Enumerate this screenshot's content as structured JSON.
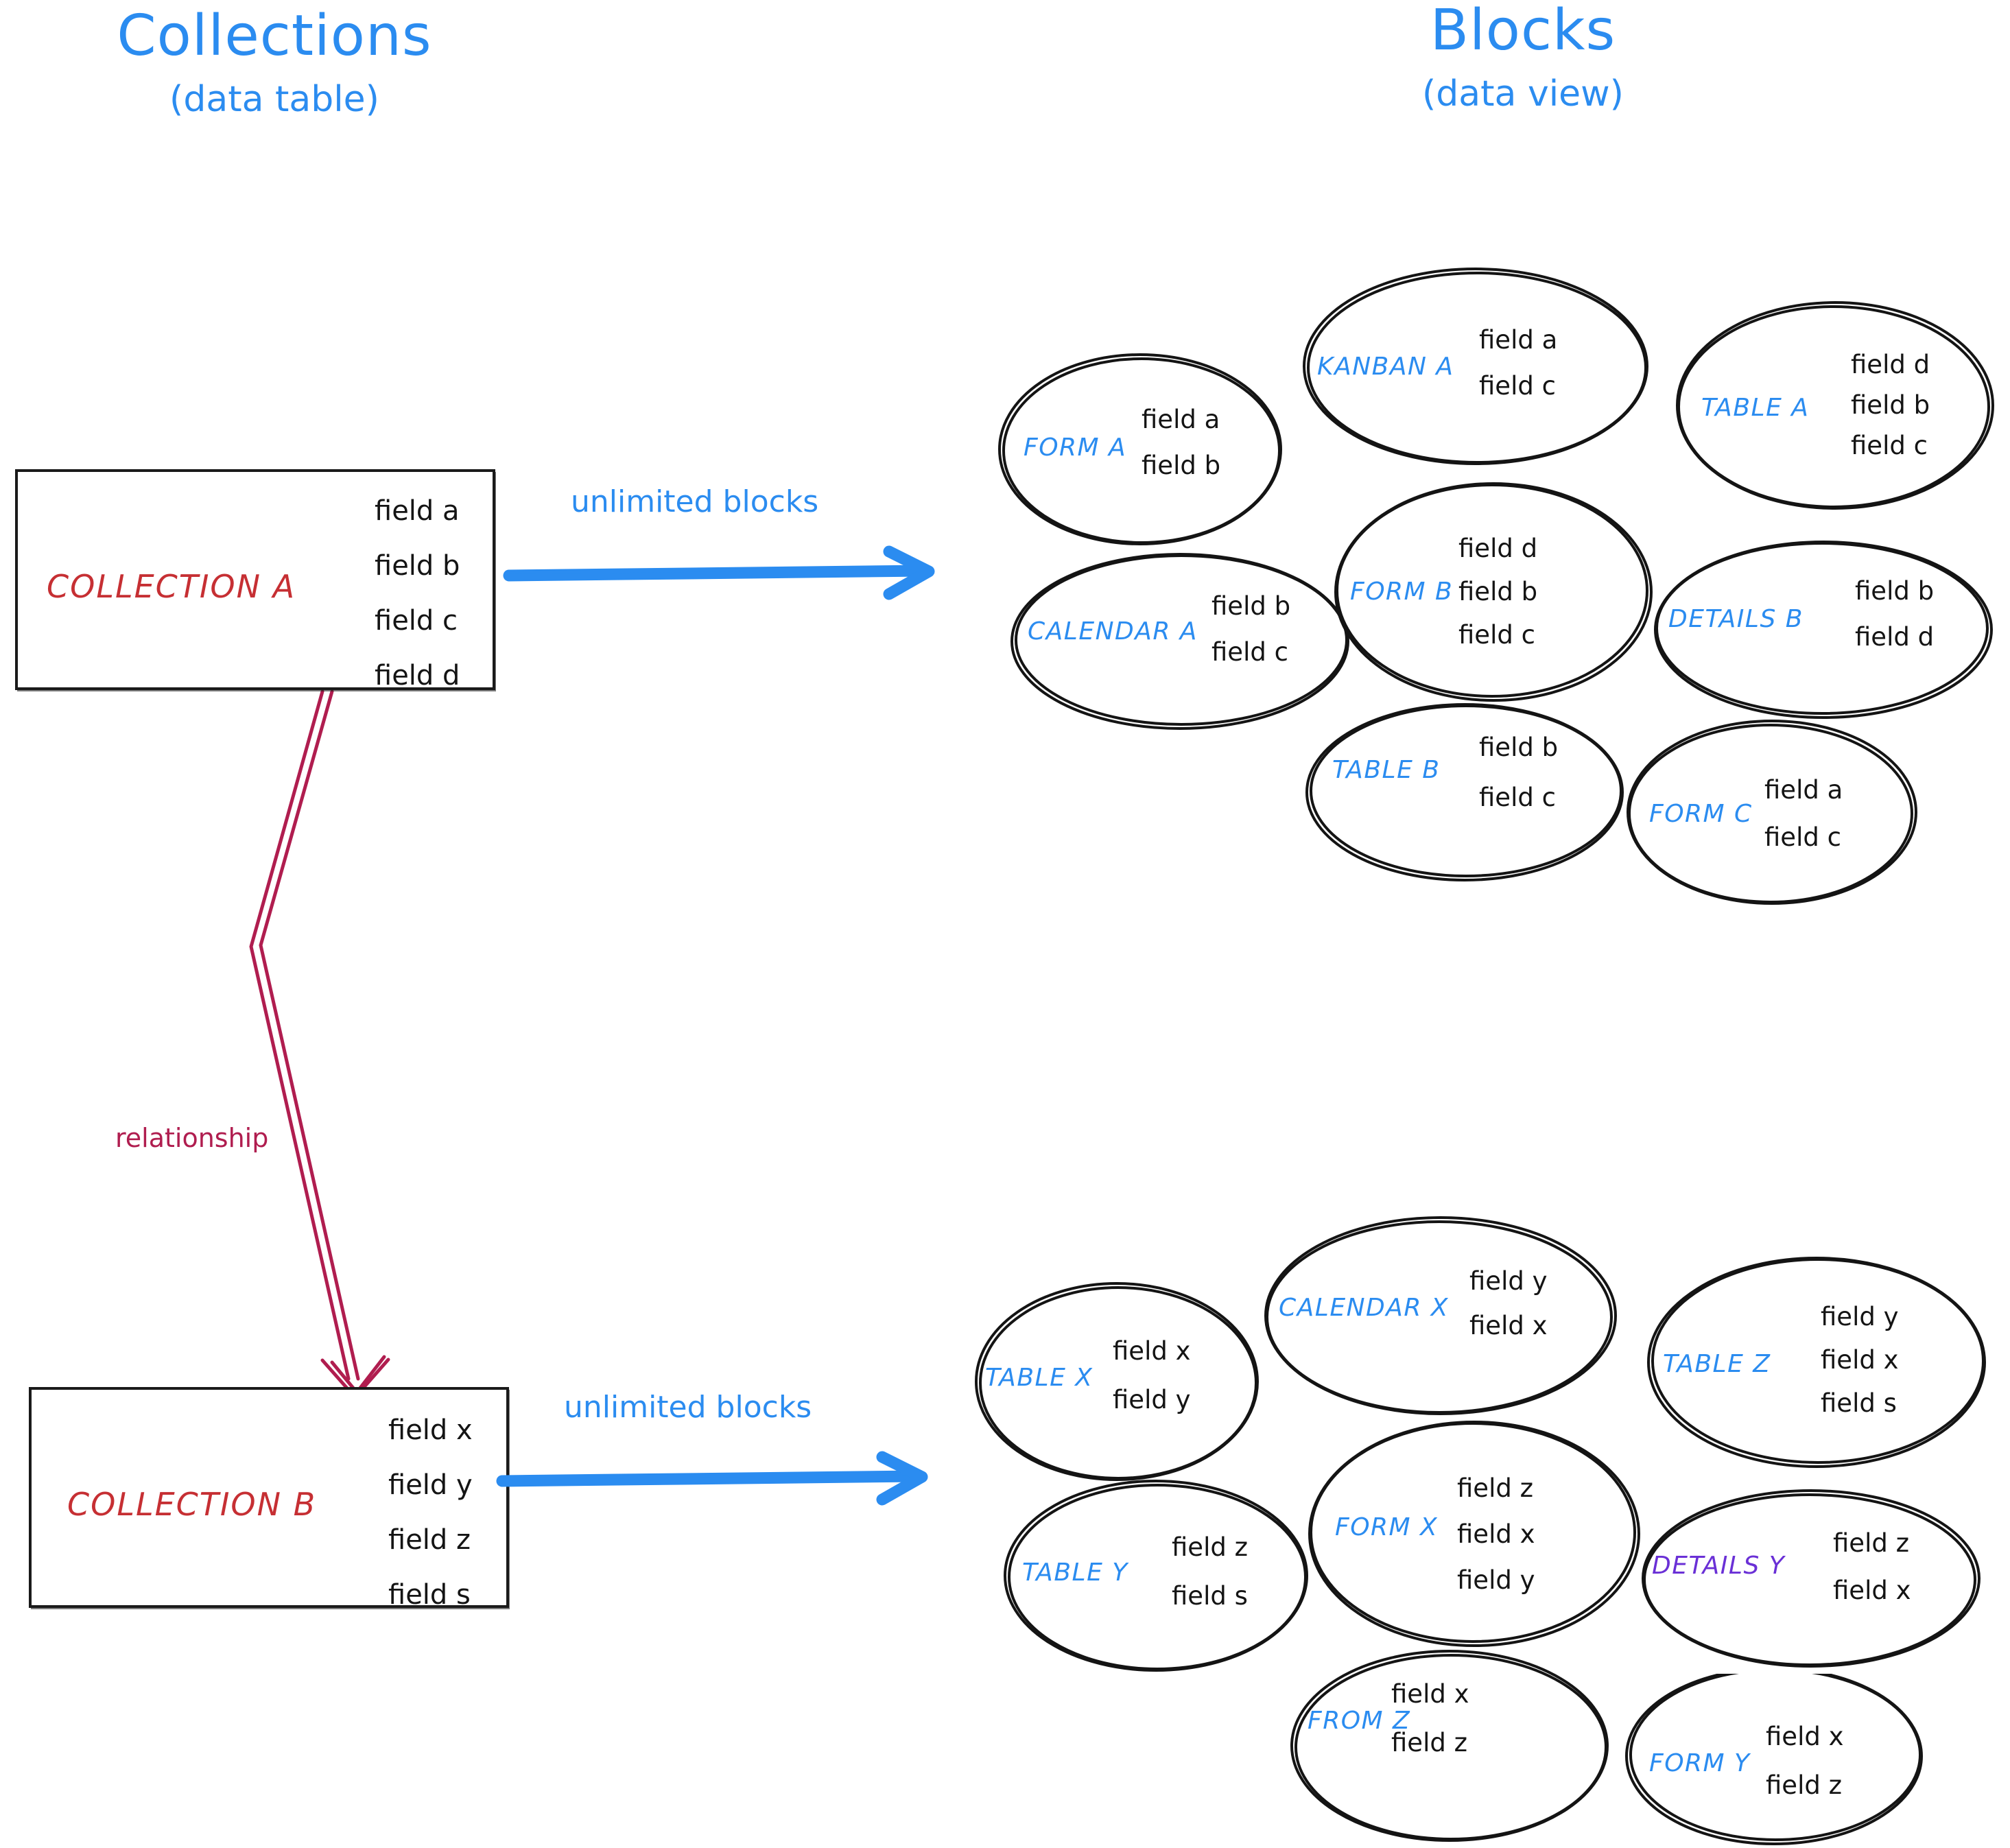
{
  "headings": {
    "collections": {
      "title": "Collections",
      "subtitle": "(data table)"
    },
    "blocks": {
      "title": "Blocks",
      "subtitle": "(data view)"
    }
  },
  "colors": {
    "accent_blue": "#2b8cf0",
    "collection_red": "#c62f33",
    "relationship_crimson": "#b01d4f",
    "details_y_purple": "#6a30d6",
    "stroke_black": "#141414",
    "background": "#ffffff"
  },
  "collections": [
    {
      "name": "COLLECTION A",
      "fields": [
        "field a",
        "field b",
        "field c",
        "field d"
      ],
      "arrow_label": "unlimited blocks"
    },
    {
      "name": "COLLECTION B",
      "fields": [
        "field x",
        "field y",
        "field z",
        "field s"
      ],
      "arrow_label": "unlimited blocks"
    }
  ],
  "relationship": {
    "label": "relationship"
  },
  "blocks_collection_a": [
    {
      "label": "FORM A",
      "fields": [
        "field a",
        "field b"
      ]
    },
    {
      "label": "KANBAN A",
      "fields": [
        "field a",
        "field c"
      ]
    },
    {
      "label": "TABLE A",
      "fields": [
        "field d",
        "field b",
        "field c"
      ]
    },
    {
      "label": "CALENDAR A",
      "fields": [
        "field b",
        "field c"
      ]
    },
    {
      "label": "FORM B",
      "fields": [
        "field d",
        "field b",
        "field c"
      ]
    },
    {
      "label": "DETAILS B",
      "fields": [
        "field b",
        "field d"
      ]
    },
    {
      "label": "TABLE B",
      "fields": [
        "field b",
        "field c"
      ]
    },
    {
      "label": "FORM C",
      "fields": [
        "field a",
        "field c"
      ]
    }
  ],
  "blocks_collection_b": [
    {
      "label": "TABLE X",
      "fields": [
        "field x",
        "field y"
      ]
    },
    {
      "label": "CALENDAR X",
      "fields": [
        "field y",
        "field x"
      ]
    },
    {
      "label": "TABLE Z",
      "fields": [
        "field y",
        "field x",
        "field s"
      ]
    },
    {
      "label": "TABLE Y",
      "fields": [
        "field z",
        "field s"
      ]
    },
    {
      "label": "FORM X",
      "fields": [
        "field z",
        "field x",
        "field y"
      ]
    },
    {
      "label": "DETAILS Y",
      "fields": [
        "field z",
        "field x"
      ]
    },
    {
      "label": "FROM Z",
      "fields": [
        "field x",
        "field z"
      ]
    },
    {
      "label": "FORM Y",
      "fields": [
        "field x",
        "field z"
      ]
    }
  ]
}
